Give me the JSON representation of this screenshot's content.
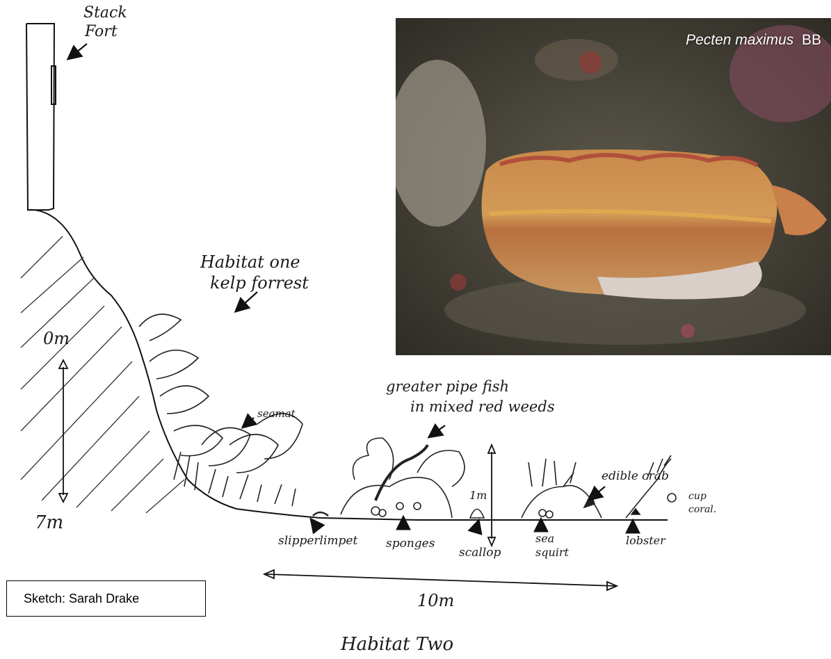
{
  "sketch": {
    "labels": {
      "stack_fort": [
        "Stack",
        "Fort"
      ],
      "habitat_one": [
        "Habitat one",
        "kelp forrest"
      ],
      "depth_top": "0m",
      "depth_bottom": "7m",
      "seamat": "seamat",
      "pipefish": [
        "greater pipe fish",
        "in mixed red weeds"
      ],
      "height_1m": "1m",
      "edible_crab": "edible crab",
      "cup_coral": [
        "cup",
        "coral."
      ],
      "slipper_limpet": "slipperlimpet",
      "sponges": "sponges",
      "scallop": "scallop",
      "sea_squirt": [
        "sea",
        "squirt"
      ],
      "lobster": "lobster",
      "distance": "10m",
      "habitat_two": "Habitat Two"
    }
  },
  "photo": {
    "caption_species": "Pecten maximus",
    "caption_credit": "BB"
  },
  "credit": {
    "text": "Sketch: Sarah Drake"
  }
}
